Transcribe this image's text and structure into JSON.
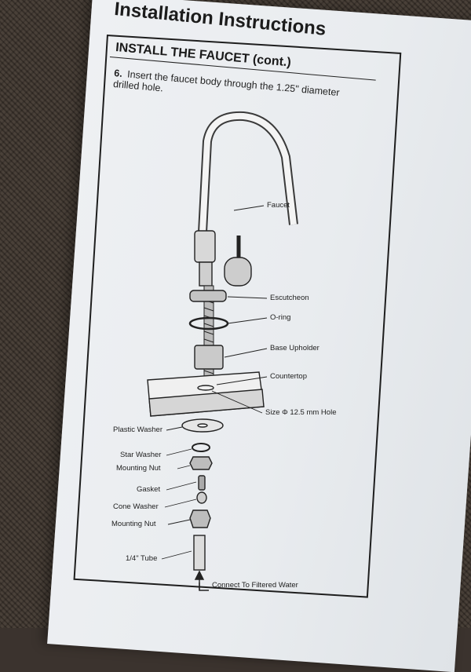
{
  "page": {
    "title": "Installation Instructions"
  },
  "section": {
    "heading": "INSTALL THE FAUCET (cont.)"
  },
  "step": {
    "number": "6.",
    "text": "Insert the faucet body through the 1.25\" diameter drilled hole."
  },
  "labels": {
    "faucet": "Faucet",
    "escutcheon": "Escutcheon",
    "o_ring": "O-ring",
    "base_upholder": "Base Upholder",
    "countertop": "Countertop",
    "hole_size": "Size Φ 12.5 mm Hole",
    "plastic_washer": "Plastic Washer",
    "star_washer": "Star Washer",
    "mounting_nut_1": "Mounting Nut",
    "gasket": "Gasket",
    "cone_washer": "Cone Washer",
    "mounting_nut_2": "Mounting Nut",
    "tube": "1/4\" Tube",
    "connect": "Connect To Filtered Water"
  },
  "colors": {
    "paper": "#eceef1",
    "ink": "#1e1e1e",
    "carpet": "#40372f"
  }
}
